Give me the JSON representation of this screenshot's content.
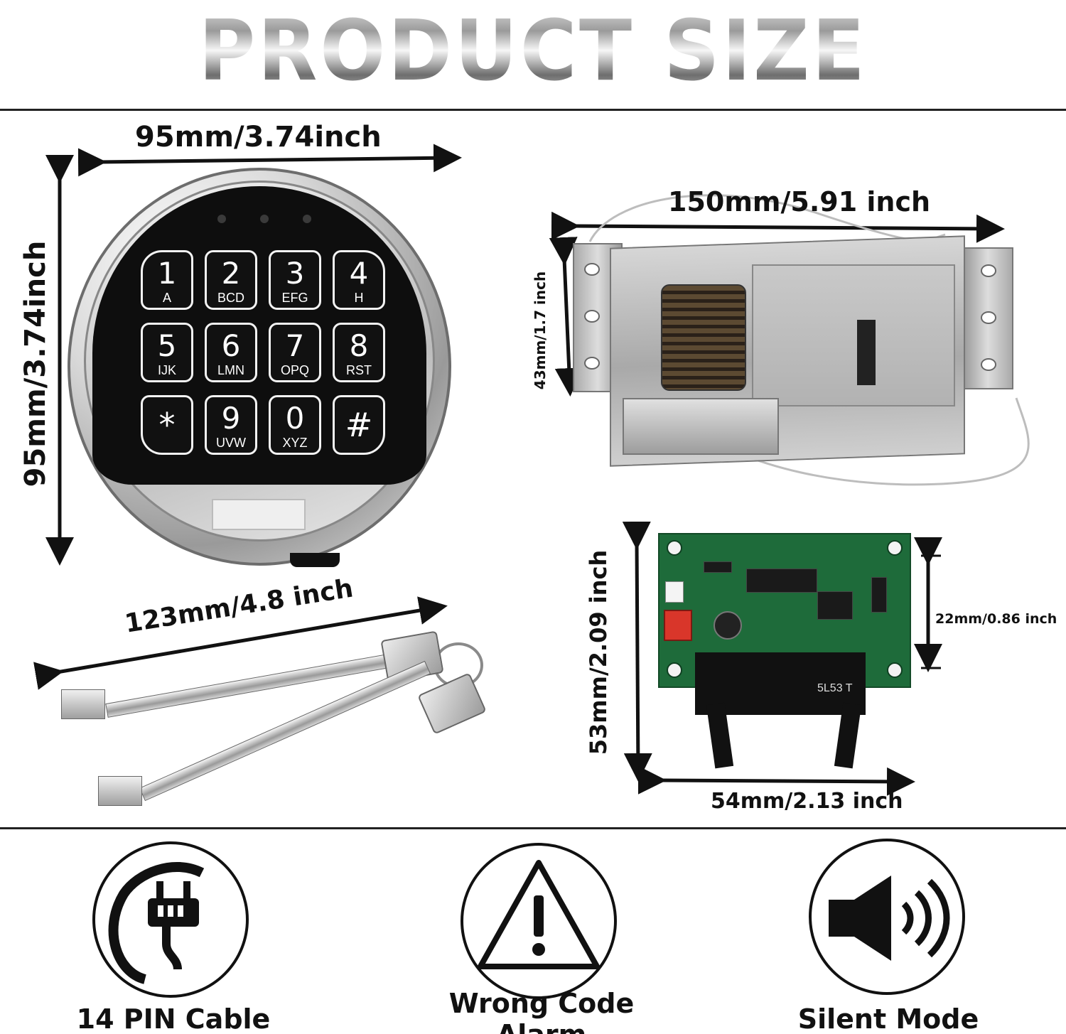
{
  "title": "PRODUCT SIZE",
  "dimensions": {
    "lock_width": "95mm/3.74inch",
    "lock_height": "95mm/3.74inch",
    "bolt_width": "150mm/5.91 inch",
    "bolt_height": "43mm/1.7 inch",
    "key_length": "123mm/4.8 inch",
    "board_height": "53mm/2.09 inch",
    "board_inner": "22mm/0.86 inch",
    "board_width": "54mm/2.13 inch"
  },
  "keypad": {
    "keys": [
      {
        "num": "1",
        "letters": "A"
      },
      {
        "num": "2",
        "letters": "BCD"
      },
      {
        "num": "3",
        "letters": "EFG"
      },
      {
        "num": "4",
        "letters": "H"
      },
      {
        "num": "5",
        "letters": "IJK"
      },
      {
        "num": "6",
        "letters": "LMN"
      },
      {
        "num": "7",
        "letters": "OPQ"
      },
      {
        "num": "8",
        "letters": "RST"
      },
      {
        "num": "*",
        "letters": ""
      },
      {
        "num": "9",
        "letters": "UVW"
      },
      {
        "num": "0",
        "letters": "XYZ"
      },
      {
        "num": "#",
        "letters": ""
      }
    ]
  },
  "board": {
    "silkscreen": "5L53 T"
  },
  "features": [
    {
      "label": "14 PIN Cable",
      "icon": "plug-icon"
    },
    {
      "label": "Wrong Code Alarm",
      "icon": "warning-icon"
    },
    {
      "label": "Silent Mode",
      "icon": "speaker-icon"
    }
  ],
  "colors": {
    "ink": "#111111",
    "pcb_green": "#1e6b3a",
    "connector_red": "#d9362a",
    "metal": "#b8b8b8"
  }
}
